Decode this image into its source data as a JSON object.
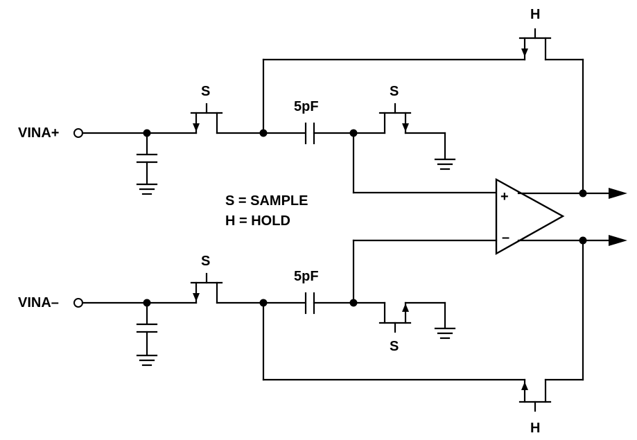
{
  "inputs": {
    "positive": "VINA+",
    "negative": "VINA–"
  },
  "switch_labels": {
    "sample_top": "S",
    "sample_top_right": "S",
    "sample_bottom": "S",
    "sample_bottom_right": "S",
    "hold_top": "H",
    "hold_bottom": "H"
  },
  "capacitors": {
    "top": "5pF",
    "bottom": "5pF"
  },
  "opamp": {
    "plus": "+",
    "minus": "–"
  },
  "legend": {
    "sample": "S = SAMPLE",
    "hold": "H = HOLD"
  }
}
